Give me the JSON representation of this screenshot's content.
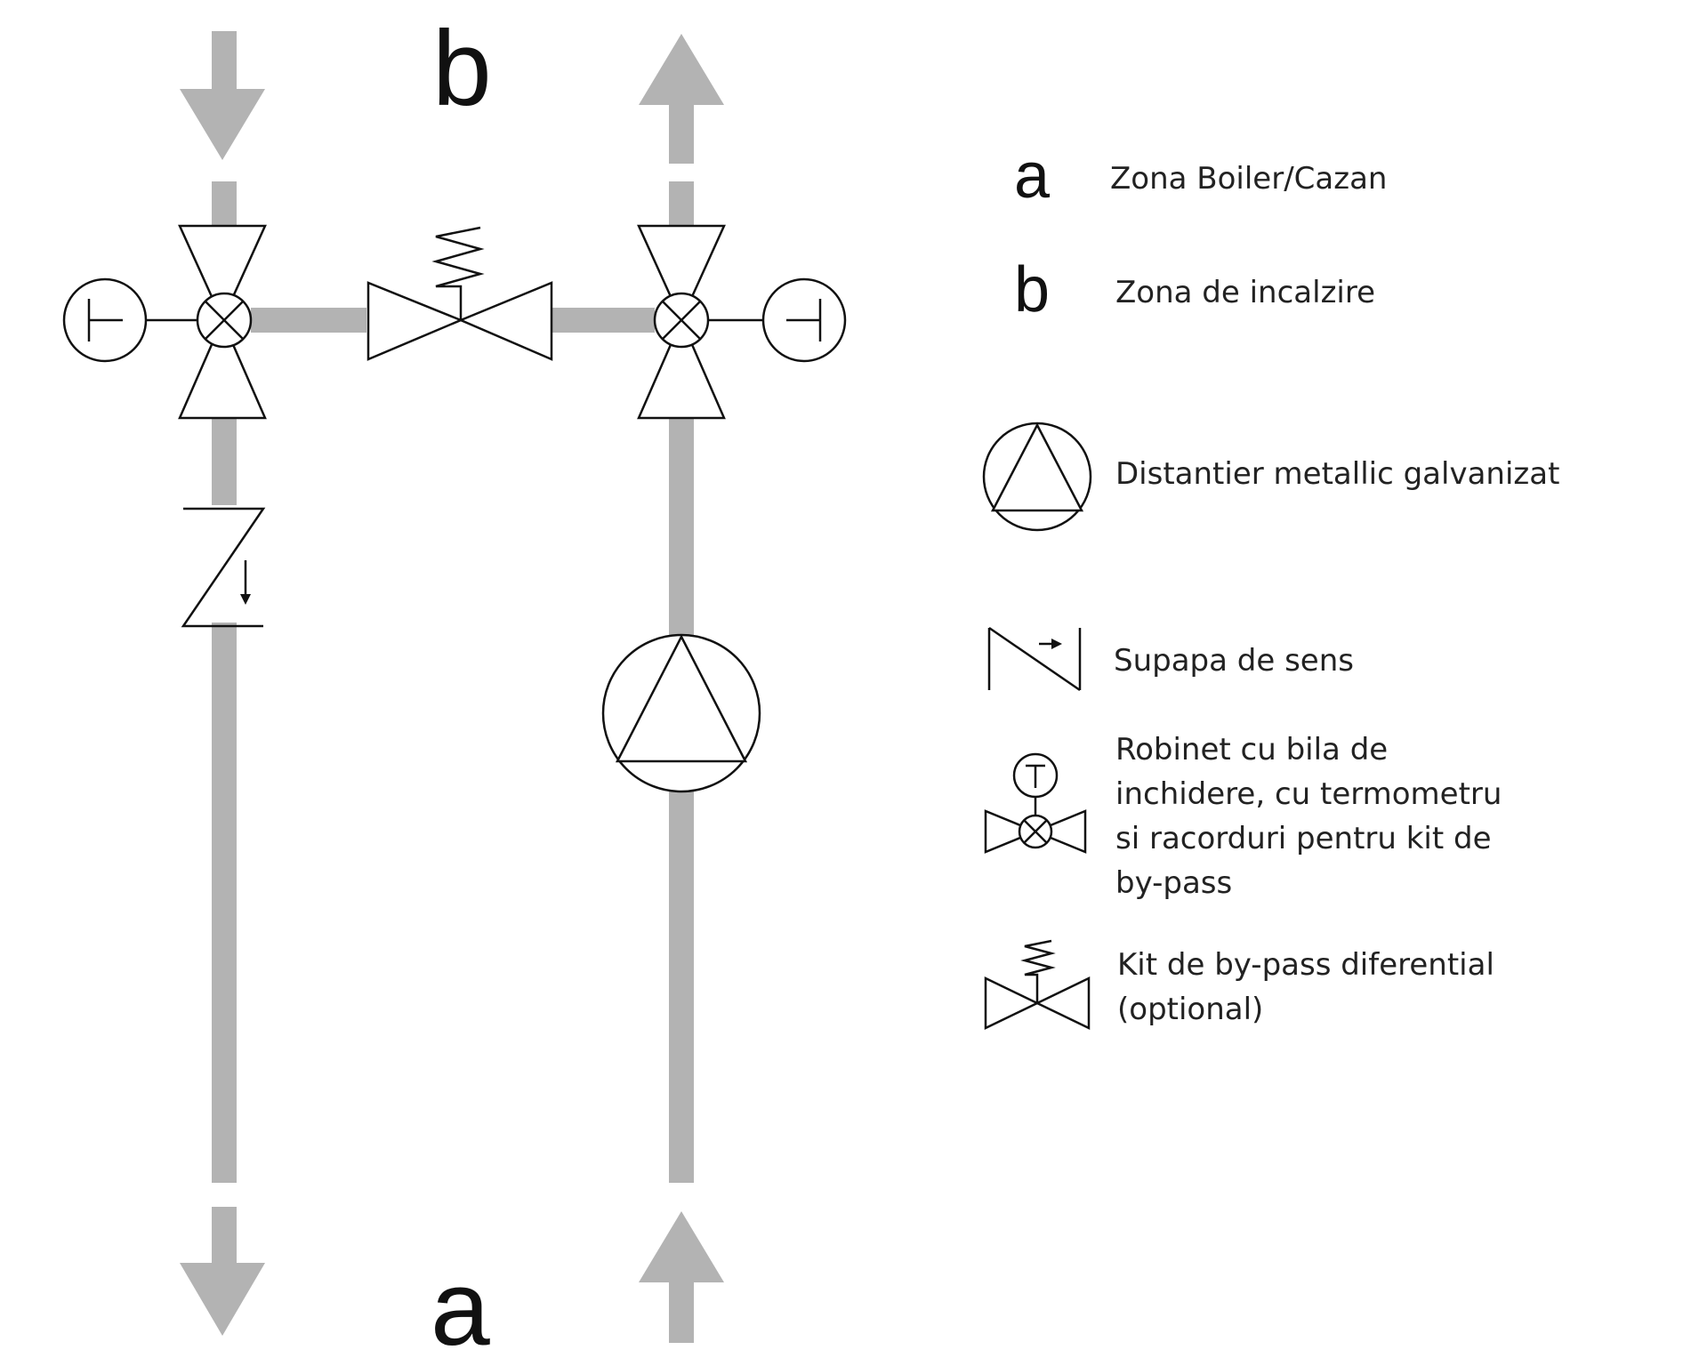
{
  "diagram": {
    "zone_top_letter": "b",
    "zone_bottom_letter": "a"
  },
  "legend": {
    "items": [
      {
        "key": "a",
        "label_lines": [
          "Zona Boiler/Cazan"
        ]
      },
      {
        "key": "b",
        "label_lines": [
          "Zona de incalzire"
        ]
      },
      {
        "key": "",
        "label_lines": [
          "Distantier metallic galvanizat"
        ]
      },
      {
        "key": "",
        "label_lines": [
          "Supapa de sens"
        ]
      },
      {
        "key": "",
        "label_lines": [
          "Robinet cu bila de",
          "inchidere, cu termometru",
          "si racorduri pentru kit de",
          "by-pass"
        ]
      },
      {
        "key": "",
        "label_lines": [
          "Kit de by-pass diferential",
          "(optional)"
        ]
      }
    ]
  },
  "colors": {
    "pipe": "#b3b3b3",
    "line": "#111111",
    "background": "#ffffff"
  }
}
